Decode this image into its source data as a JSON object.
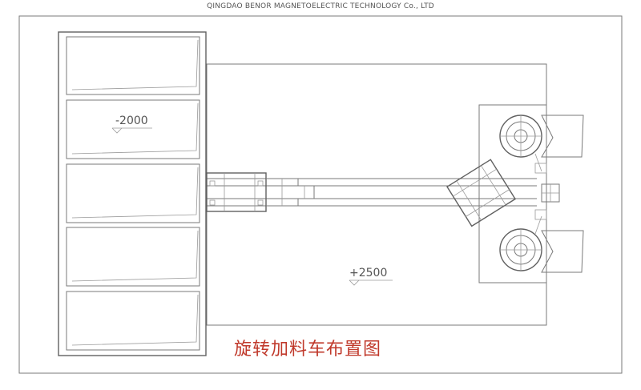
{
  "header": {
    "company": "QINGDAO BENOR MAGNETOELECTRIC TECHNOLOGY Co., LTD"
  },
  "levels": {
    "pit": "-2000",
    "floor": "+2500"
  },
  "caption": "旋转加料车布置图"
}
